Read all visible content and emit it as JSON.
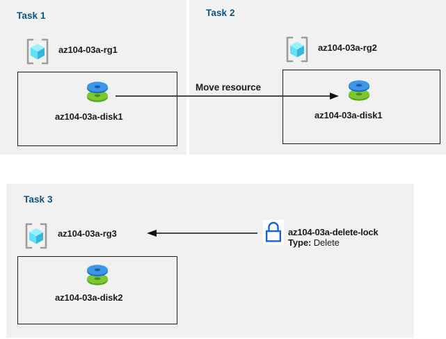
{
  "diagram": {
    "title_color": "#11507f",
    "panel_background": "#f1f1f1",
    "page_background": "#ffffff",
    "panels": [
      {
        "id": "task1",
        "title": "Task 1",
        "resource_group": "az104-03a-rg1",
        "resource": "az104-03a-disk1"
      },
      {
        "id": "task2",
        "title": "Task 2",
        "resource_group": "az104-03a-rg2",
        "resource": "az104-03a-disk1"
      },
      {
        "id": "task3",
        "title": "Task 3",
        "resource_group": "az104-03a-rg3",
        "resource": "az104-03a-disk2"
      }
    ],
    "connectors": [
      {
        "id": "move-resource",
        "label": "Move resource",
        "direction": "right",
        "from": "az104-03a-disk1 (Task 1)",
        "to": "az104-03a-disk1 (Task 2)"
      },
      {
        "id": "delete-lock-link",
        "label": "",
        "direction": "left",
        "from": "az104-03a-delete-lock",
        "to": "az104-03a-rg3"
      }
    ],
    "lock": {
      "name": "az104-03a-delete-lock",
      "type_key": "Type:",
      "type_value": "Delete",
      "icon_color": "#1263e0"
    },
    "icons": {
      "resource_group": "resource-group-cube-icon",
      "disk": "managed-disk-icon",
      "lock": "padlock-icon"
    }
  }
}
